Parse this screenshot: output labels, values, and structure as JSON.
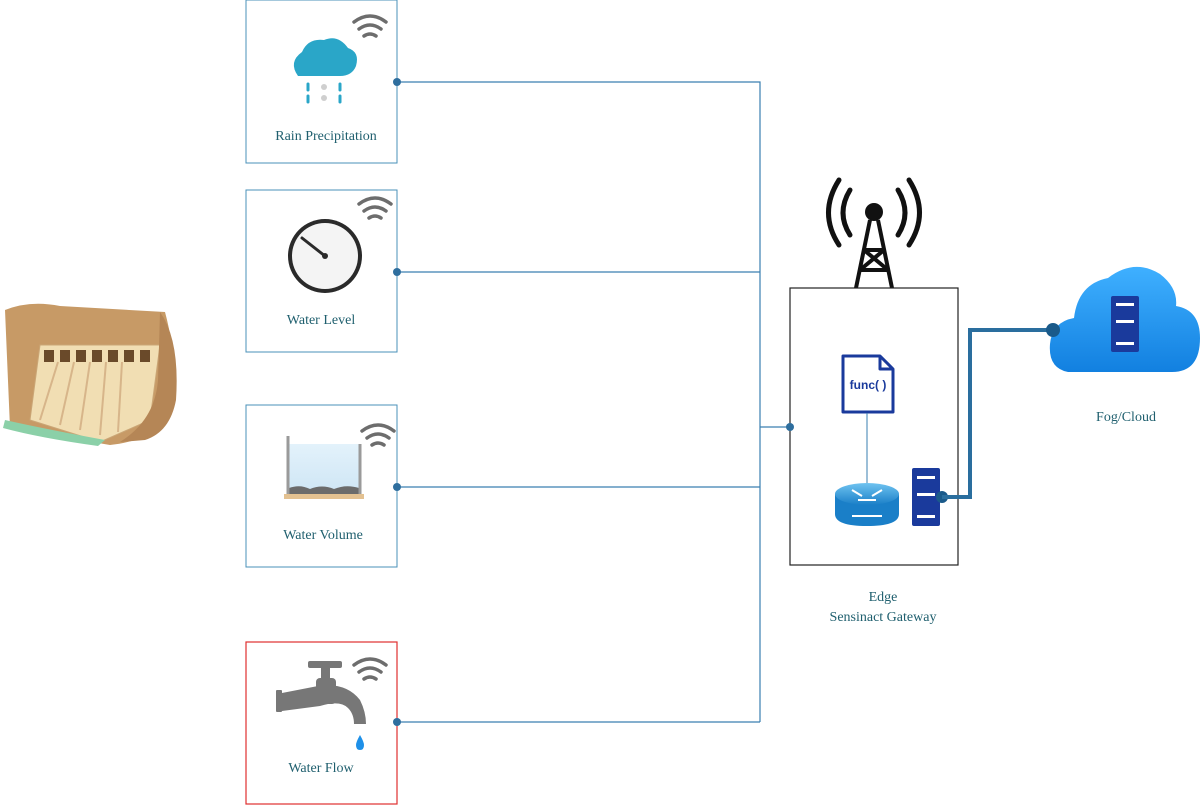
{
  "sensors": [
    {
      "id": "rain",
      "label": "Rain Precipitation",
      "status": "normal"
    },
    {
      "id": "level",
      "label": "Water Level",
      "status": "normal"
    },
    {
      "id": "volume",
      "label": "Water Volume",
      "status": "normal"
    },
    {
      "id": "flow",
      "label": "Water Flow",
      "status": "alert"
    }
  ],
  "gateway": {
    "label_line1": "Edge",
    "label_line2": "Sensinact Gateway",
    "function_text": "func( )"
  },
  "cloud": {
    "label": "Fog/Cloud"
  },
  "colors": {
    "sensor_border": "#4a90b8",
    "alert_border": "#e03030",
    "connector": "#3a7fb0",
    "cloud_fill": "#1e90e8",
    "server_fill": "#1a3a9c",
    "label_text": "#1f5f6e",
    "wifi": "#6d6d6d"
  },
  "icons": {
    "rain": "rain-cloud-icon",
    "level": "gauge-icon",
    "volume": "tank-icon",
    "flow": "faucet-icon",
    "dam": "dam-icon",
    "antenna": "antenna-tower-icon",
    "function": "function-file-icon",
    "router": "router-icon",
    "server": "server-icon",
    "cloud": "cloud-server-icon",
    "wifi": "wifi-icon"
  }
}
